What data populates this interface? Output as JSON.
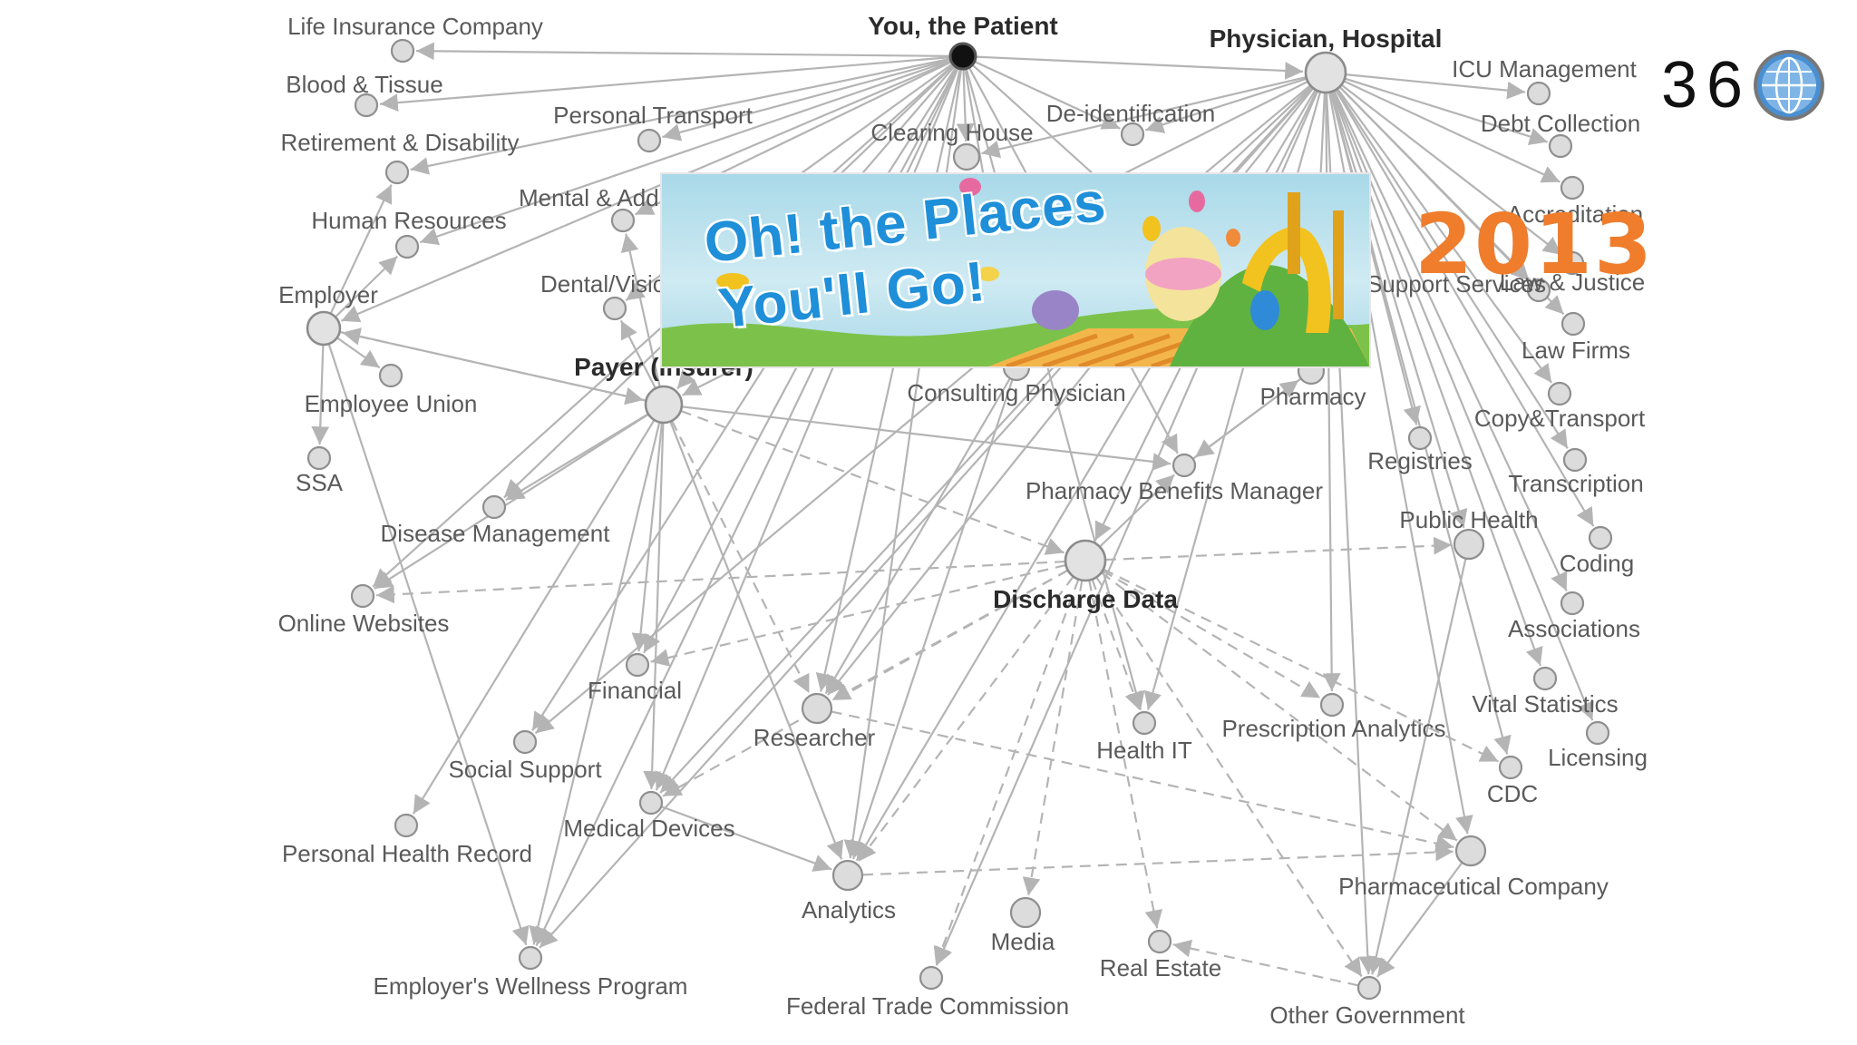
{
  "diagram": {
    "nodes": [
      {
        "id": "patient",
        "label": "You, the Patient",
        "kind": "patient"
      },
      {
        "id": "physician",
        "label": "Physician, Hospital",
        "kind": "hub"
      },
      {
        "id": "payer",
        "label": "Payer (Insurer)",
        "kind": "hub"
      },
      {
        "id": "discharge",
        "label": "Discharge Data",
        "kind": "hub"
      },
      {
        "id": "employer",
        "label": "Employer",
        "kind": "hub"
      },
      {
        "id": "life_ins",
        "label": "Life Insurance Company"
      },
      {
        "id": "blood",
        "label": "Blood & Tissue"
      },
      {
        "id": "retirement",
        "label": "Retirement & Disability"
      },
      {
        "id": "personal_transport",
        "label": "Personal Transport"
      },
      {
        "id": "human_res",
        "label": "Human Resources"
      },
      {
        "id": "mental",
        "label": "Mental & Addiction"
      },
      {
        "id": "dental",
        "label": "Dental/Vision"
      },
      {
        "id": "clearing",
        "label": "Clearing House"
      },
      {
        "id": "deident",
        "label": "De-identification"
      },
      {
        "id": "icu",
        "label": "ICU Management"
      },
      {
        "id": "debt",
        "label": "Debt Collection"
      },
      {
        "id": "accred",
        "label": "Accreditation"
      },
      {
        "id": "services",
        "label": "Support Services"
      },
      {
        "id": "law_justice",
        "label": "Law & Justice"
      },
      {
        "id": "law_firms",
        "label": "Law Firms"
      },
      {
        "id": "copy",
        "label": "Copy&Transport"
      },
      {
        "id": "registries",
        "label": "Registries"
      },
      {
        "id": "transcription",
        "label": "Transcription"
      },
      {
        "id": "public_health",
        "label": "Public Health"
      },
      {
        "id": "coding",
        "label": "Coding"
      },
      {
        "id": "associations",
        "label": "Associations"
      },
      {
        "id": "vital",
        "label": "Vital Statistics"
      },
      {
        "id": "licensing",
        "label": "Licensing"
      },
      {
        "id": "cdc",
        "label": "CDC"
      },
      {
        "id": "pharma",
        "label": "Pharmaceutical Company"
      },
      {
        "id": "other_gov",
        "label": "Other Government"
      },
      {
        "id": "real_estate",
        "label": "Real Estate"
      },
      {
        "id": "media",
        "label": "Media"
      },
      {
        "id": "ftc",
        "label": "Federal Trade Commission"
      },
      {
        "id": "analytics",
        "label": "Analytics"
      },
      {
        "id": "medical_dev",
        "label": "Medical Devices"
      },
      {
        "id": "wellness",
        "label": "Employer's Wellness Program"
      },
      {
        "id": "phr",
        "label": "Personal Health Record"
      },
      {
        "id": "social",
        "label": "Social Support"
      },
      {
        "id": "financial",
        "label": "Financial"
      },
      {
        "id": "researcher",
        "label": "Researcher"
      },
      {
        "id": "health_it",
        "label": "Health IT"
      },
      {
        "id": "rx_analytics",
        "label": "Prescription Analytics"
      },
      {
        "id": "pbm",
        "label": "Pharmacy Benefits Manager"
      },
      {
        "id": "pharmacy",
        "label": "Pharmacy"
      },
      {
        "id": "consulting",
        "label": "Consulting Physician"
      },
      {
        "id": "online",
        "label": "Online Websites"
      },
      {
        "id": "disease_mgmt",
        "label": "Disease Management"
      },
      {
        "id": "ssa",
        "label": "SSA"
      },
      {
        "id": "emp_union",
        "label": "Employee Union"
      }
    ]
  },
  "banner": {
    "line1": "Oh! the Places",
    "line2": "You'll Go!"
  },
  "year": "2013",
  "logo": {
    "text": "36",
    "icon": "globe-icon"
  },
  "colors": {
    "year": "#ef7d2c",
    "banner_title": "#1e8fd8",
    "edge": "#b4b4b4"
  }
}
